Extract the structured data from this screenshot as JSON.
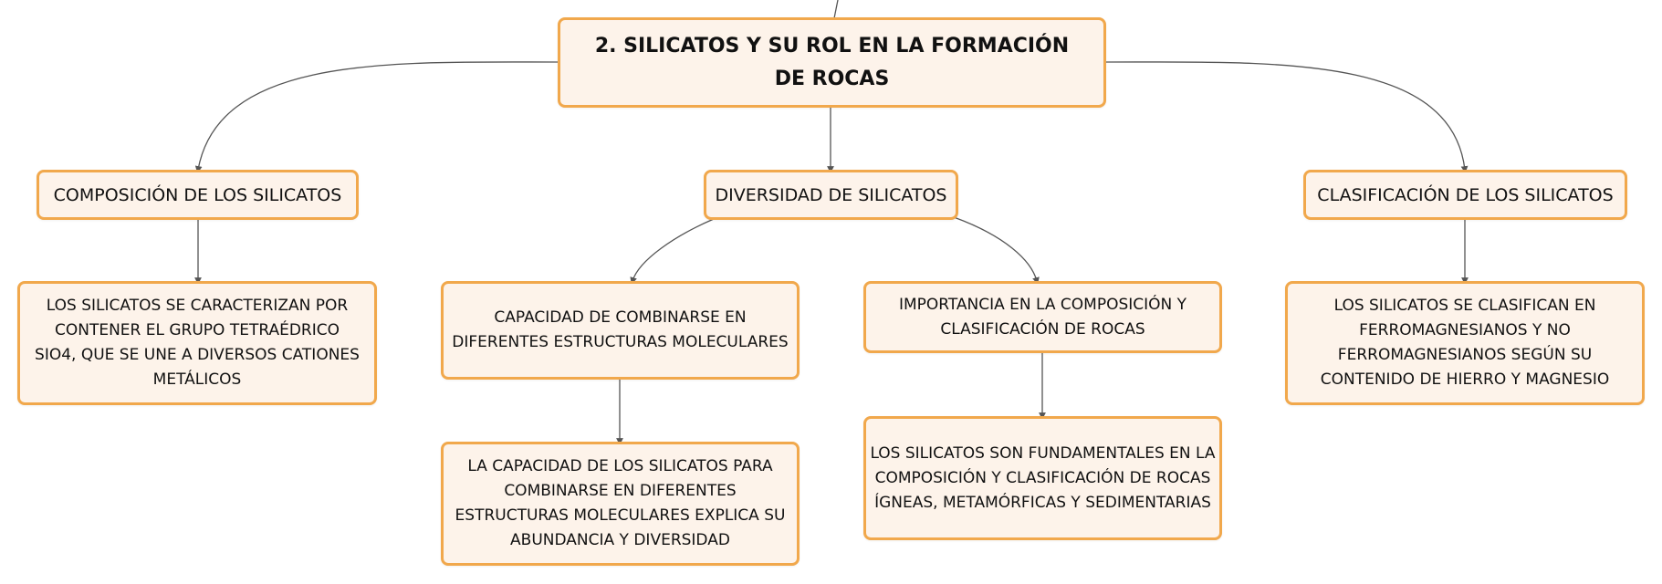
{
  "colors": {
    "node_fill": "#fdf3ea",
    "node_border": "#f1a84c",
    "connector": "#555555",
    "text": "#111111"
  },
  "root": {
    "title": "2. SILICATOS Y SU ROL EN LA FORMACIÓN DE ROCAS"
  },
  "branches": {
    "composicion": {
      "title": "COMPOSICIÓN DE LOS SILICATOS",
      "detail": "LOS SILICATOS SE CARACTERIZAN POR CONTENER EL GRUPO TETRAÉDRICO SIO4, QUE SE UNE A DIVERSOS CATIONES METÁLICOS"
    },
    "diversidad": {
      "title": "DIVERSIDAD DE SILICATOS",
      "capacidad": {
        "title": "CAPACIDAD DE COMBINARSE EN DIFERENTES ESTRUCTURAS MOLECULARES",
        "detail": "LA CAPACIDAD DE LOS SILICATOS PARA COMBINARSE EN DIFERENTES ESTRUCTURAS MOLECULARES EXPLICA SU ABUNDANCIA Y DIVERSIDAD"
      },
      "importancia": {
        "title": "IMPORTANCIA EN LA COMPOSICIÓN Y CLASIFICACIÓN DE ROCAS",
        "detail": "LOS SILICATOS SON FUNDAMENTALES EN LA COMPOSICIÓN Y CLASIFICACIÓN DE ROCAS ÍGNEAS, METAMÓRFICAS Y SEDIMENTARIAS"
      }
    },
    "clasificacion": {
      "title": "CLASIFICACIÓN DE LOS SILICATOS",
      "detail": "LOS SILICATOS SE CLASIFICAN EN FERROMAGNESIANOS Y NO FERROMAGNESIANOS SEGÚN SU CONTENIDO DE HIERRO Y MAGNESIO"
    }
  }
}
